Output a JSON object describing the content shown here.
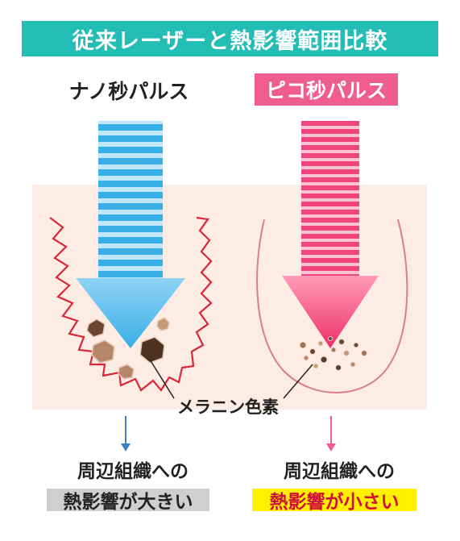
{
  "title": "従来レーザーと熱影響範囲比較",
  "left": {
    "label": "ナノ秒パルス",
    "caption_line1": "周辺組織への",
    "caption_line2": "熱影響が大きい"
  },
  "right": {
    "label": "ピコ秒パルス",
    "caption_line1": "周辺組織への",
    "caption_line2": "熱影響が小さい"
  },
  "melanin_label": "メラニン色素",
  "colors": {
    "banner": "#22bdb5",
    "pico_label": "#ee5d8c",
    "skin": "#fcece4",
    "nano_arrow": "#3aaee6",
    "pico_arrow": "#f0457a",
    "heat_zigzag": "#d9263a",
    "heat_outline": "#d97f8a",
    "melanin": "#7a5138",
    "gray_highlight": "#cfcfcf",
    "yellow_highlight": "#fff000",
    "small_effect_text": "#d0103a"
  }
}
